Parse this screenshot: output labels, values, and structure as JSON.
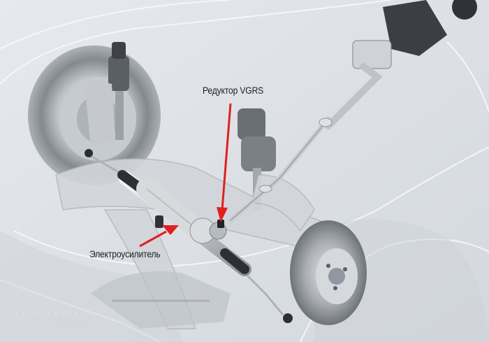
{
  "diagram": {
    "subject": "Front steering system with VGRS and electric power steering",
    "annotations": [
      {
        "id": "vgrs",
        "label": "Редуктор VGRS",
        "color": "#e02020"
      },
      {
        "id": "eps",
        "label": "Электроусилитель",
        "color": "#e02020"
      }
    ],
    "components": [
      "steering-column",
      "intermediate-shaft",
      "vgrs-gear-unit",
      "electric-power-steering-motor",
      "steering-rack",
      "tie-rod-left",
      "tie-rod-right",
      "left-wheel",
      "right-brake-disc",
      "strut-left",
      "strut-right",
      "subframe",
      "car-body-ghost"
    ],
    "watermark": {
      "main": "CLUB LEXUS",
      "sub": "club.lexus"
    }
  }
}
